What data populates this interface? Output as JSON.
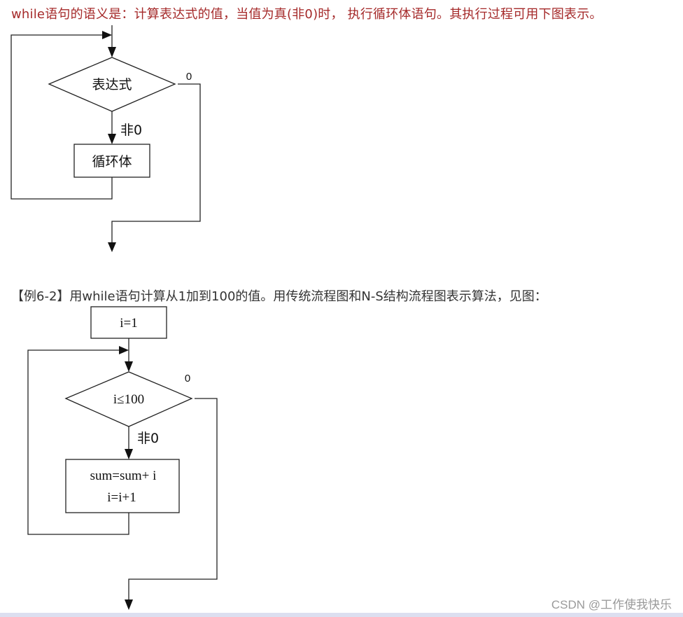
{
  "intro_text": "while语句的语义是：计算表达式的值，当值为真(非0)时， 执行循环体语句。其执行过程可用下图表示。",
  "example_text": "【例6-2】用while语句计算从1加到100的值。用传统流程图和N-S结构流程图表示算法，见图：",
  "diagram1": {
    "decision_label": "表达式",
    "false_label": "0",
    "true_label": "非0",
    "body_label": "循环体"
  },
  "diagram2": {
    "init_label": "i=1",
    "decision_label": "i≤100",
    "false_label": "0",
    "true_label": "非0",
    "body_line1": "sum=sum+ i",
    "body_line2": "i=i+1"
  },
  "watermark": "CSDN @工作使我快乐",
  "colors": {
    "intro_text": "#a52a2a",
    "body_text": "#333333",
    "watermark": "#9a9a9a"
  }
}
